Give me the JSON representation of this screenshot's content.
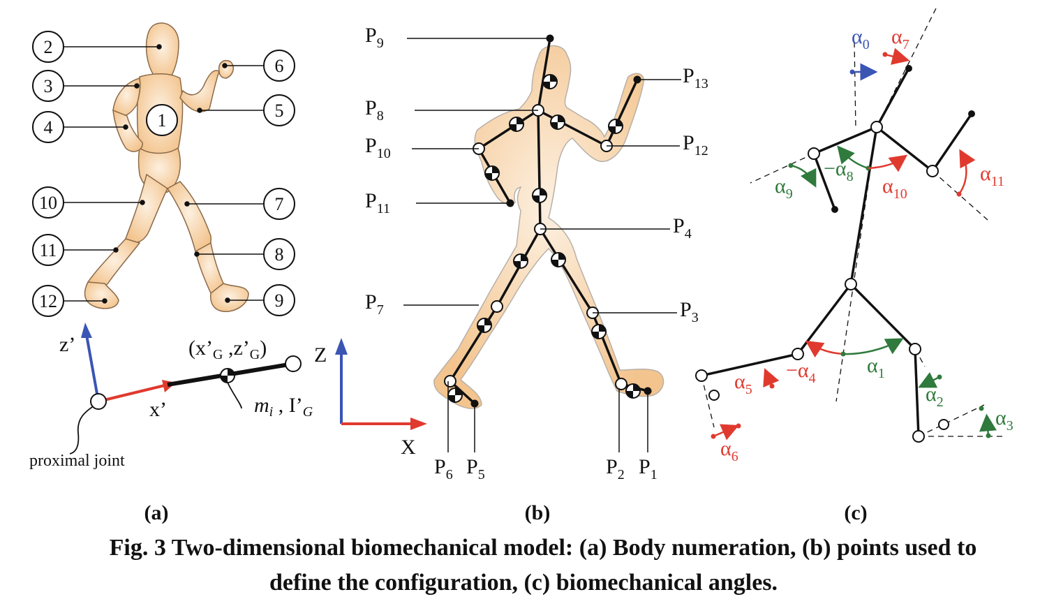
{
  "panel_a": {
    "segments": [
      "2",
      "3",
      "4",
      "1",
      "5",
      "6",
      "10",
      "7",
      "11",
      "8",
      "12",
      "9"
    ],
    "axis_z_local": "z’",
    "axis_x_local": "x’",
    "cog": "(x’G ,z’G)",
    "cog_x": "(x’",
    "cog_g1": "G",
    "cog_mid": " ,z’",
    "cog_g2": "G",
    "cog_close": ")",
    "mass_m": "m",
    "mass_i": "i",
    "mass_sep": " , I’",
    "mass_g": "G",
    "proximal": "proximal joint",
    "axis_Z": "Z",
    "axis_X": "X",
    "label": "(a)"
  },
  "panel_b": {
    "P": "P",
    "points": [
      "9",
      "8",
      "10",
      "11",
      "13",
      "12",
      "4",
      "7",
      "3",
      "6",
      "5",
      "2",
      "1"
    ],
    "label": "(b)"
  },
  "panel_c": {
    "alpha": "α",
    "minus": "−α",
    "angles": [
      "0",
      "7",
      "8",
      "9",
      "10",
      "11",
      "4",
      "5",
      "1",
      "2",
      "3",
      "6"
    ],
    "label": "(c)"
  },
  "caption": {
    "line1": "Fig. 3 Two-dimensional biomechanical model: (a) Body numeration, (b) points used to",
    "line2": "define the configuration, (c) biomechanical angles."
  },
  "colors": {
    "skin": "#f7d3a6",
    "red": "#e03a2f",
    "green": "#2f7a3c",
    "blue": "#3a55b4"
  }
}
